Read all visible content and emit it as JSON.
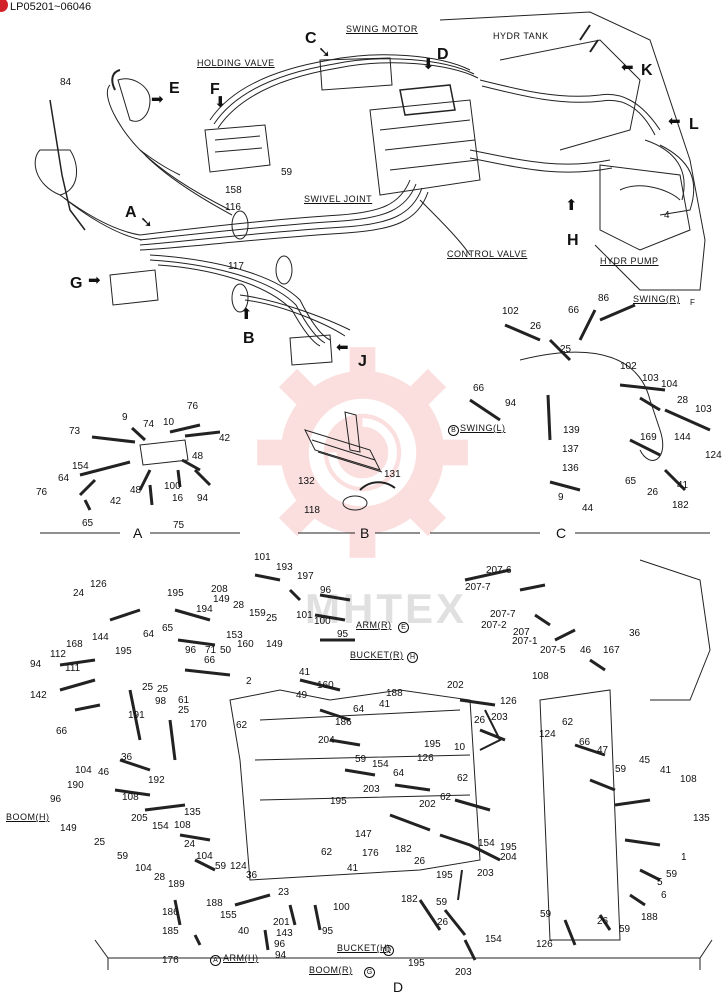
{
  "header": {
    "code": "LP05201~06046"
  },
  "watermark": {
    "text": "MHTEX"
  },
  "captions": {
    "swing_motor": "SWING MOTOR",
    "hydr_tank": "HYDR TANK",
    "holding_valve": "HOLDING VALVE",
    "swivel_joint": "SWIVEL JOINT",
    "control_valve": "CONTROL VALVE",
    "hydr_pump": "HYDR PUMP",
    "swing_r": "SWING(R)",
    "swing_l": "SWING(L)",
    "arm_r": "ARM(R)",
    "bucket_r": "BUCKET(R)",
    "boom_h": "BOOM(H)",
    "arm_h": "ARM(H)",
    "boom_r": "BOOM(R)",
    "bucket_h": "BUCKET(H)"
  },
  "circle_marks": {
    "B": "B",
    "E": "E",
    "H": "H",
    "A": "A",
    "G": "G",
    "D": "D",
    "F": "F"
  },
  "callouts": [
    "A",
    "B",
    "C",
    "D",
    "E",
    "F",
    "G",
    "H",
    "J",
    "K",
    "L"
  ],
  "sections": {
    "A": "A",
    "B": "B",
    "C": "C",
    "D": "D"
  },
  "parts": {
    "p84": "84",
    "p158": "158",
    "p59a": "59",
    "p116": "116",
    "p117": "117",
    "p4": "4",
    "aa9": "9",
    "aa74": "74",
    "aa10": "10",
    "aa76": "76",
    "aa73": "73",
    "aa42": "42",
    "aa154": "154",
    "aa48a": "48",
    "aa64": "64",
    "aa76b": "76",
    "aa48b": "48",
    "aa100": "100",
    "aa42b": "42",
    "aa16": "16",
    "aa94": "94",
    "aa65": "65",
    "aa75": "75",
    "bb132": "132",
    "bb131": "131",
    "bb118": "118",
    "cc102": "102",
    "cc26": "26",
    "cc66": "66",
    "cc86": "86",
    "cc25": "25",
    "cc102b": "102",
    "cc103": "103",
    "cc104": "104",
    "cc66b": "66",
    "cc94": "94",
    "cc28": "28",
    "cc103b": "103",
    "cc139": "139",
    "cc169": "169",
    "cc144": "144",
    "cc137": "137",
    "cc124": "124",
    "cc136": "136",
    "cc65": "65",
    "cc26b": "26",
    "cc41": "41",
    "cc9": "9",
    "cc44": "44",
    "cc182": "182",
    "d101": "101",
    "d193": "193",
    "d197": "197",
    "d96": "96",
    "d126": "126",
    "d24": "24",
    "d195": "195",
    "d208": "208",
    "d149": "149",
    "d28": "28",
    "d194": "194",
    "d159": "159",
    "d153": "153",
    "d25": "25",
    "d144": "144",
    "d168": "168",
    "d64": "64",
    "d65": "65",
    "d112": "112",
    "d195b": "195",
    "d96b": "96",
    "d71": "71",
    "d50": "50",
    "d160": "160",
    "d149b": "149",
    "d101b": "101",
    "d100": "100",
    "d95": "95",
    "d94": "94",
    "d111": "111",
    "d66": "66",
    "d2": "2",
    "d41": "41",
    "d160b": "160",
    "d188": "188",
    "d142": "142",
    "d25b": "25",
    "d25c": "25",
    "d98": "98",
    "d61": "61",
    "d49": "49",
    "d64b": "64",
    "d41b": "41",
    "d66b": "66",
    "d191": "191",
    "d25d": "25",
    "d62": "62",
    "d170": "170",
    "d186": "186",
    "d36": "36",
    "d192": "192",
    "d204": "204",
    "d59": "59",
    "d104": "104",
    "d46": "46",
    "d190": "190",
    "d108": "108",
    "d96c": "96",
    "d149c": "149",
    "d205": "205",
    "d135": "135",
    "d154": "154",
    "d108b": "108",
    "d25e": "25",
    "d24b": "24",
    "d59b": "59",
    "d104b": "104",
    "d28b": "28",
    "d189": "189",
    "d104c": "104",
    "d59c": "59",
    "d124": "124",
    "d36b": "36",
    "d188b": "188",
    "d23": "23",
    "d155": "155",
    "d201": "201",
    "d40": "40",
    "d143": "143",
    "d96d": "96",
    "d94b": "94",
    "d100b": "100",
    "d95b": "95",
    "d186b": "186",
    "d185": "185",
    "d176": "176",
    "d195c": "195",
    "d147": "147",
    "d62b": "62",
    "d41c": "41",
    "d176b": "176",
    "d203": "203",
    "d203b": "203",
    "e2076": "207-6",
    "e2077": "207-7",
    "e2072": "207-2",
    "e207": "207",
    "e2071": "207-1",
    "e2075": "207-5",
    "e46": "46",
    "e167": "167",
    "e36": "36",
    "e108": "108",
    "f202": "202",
    "f126": "126",
    "f26": "26",
    "f10": "10",
    "f203": "203",
    "f195": "195",
    "f154": "154",
    "f64": "64",
    "f126b": "126",
    "f62": "62",
    "f202b": "202",
    "f62b": "62",
    "f154b": "154",
    "f195b": "195",
    "f204": "204",
    "f182": "182",
    "f26b": "26",
    "f195c": "195",
    "g124": "124",
    "g62": "62",
    "g66": "66",
    "g47": "47",
    "g45": "45",
    "g59": "59",
    "g41": "41",
    "g108": "108",
    "g135": "135",
    "g1": "1",
    "g59b": "59",
    "g5": "5",
    "g6": "6",
    "g188": "188",
    "g59c": "59",
    "g26": "26",
    "g59d": "59",
    "g126": "126",
    "h182": "182",
    "h59": "59",
    "h26": "26",
    "h154": "154",
    "h195": "195",
    "h203": "203"
  }
}
